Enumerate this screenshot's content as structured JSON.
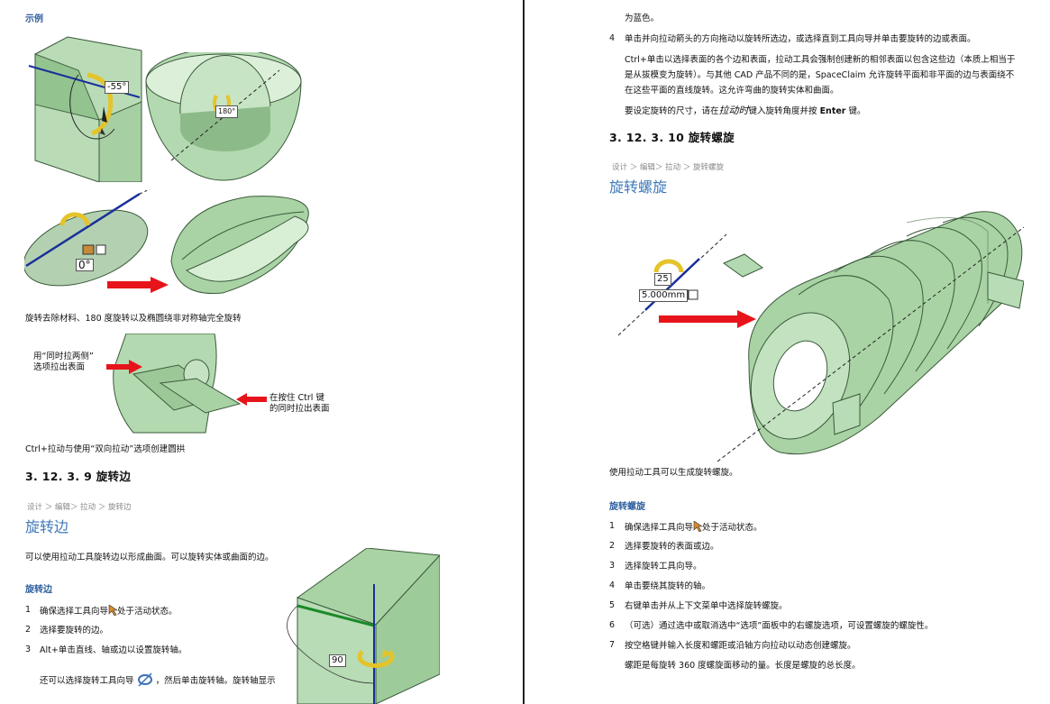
{
  "left": {
    "example_heading": "示例",
    "fig1_angle": "-55°",
    "fig2_angle": "180°",
    "fig3_angle": "0°",
    "caption1": "旋转去除材料、180 度旋转以及椭圆绕非对称轴完全旋转",
    "fig4_label_left": [
      "用“同时拉两侧”",
      "选项拉出表面"
    ],
    "fig4_label_right": [
      "在按住 Ctrl 键",
      "的同时拉出表面"
    ],
    "caption2": "Ctrl+拉动与使用“双向拉动”选项创建圆拱",
    "section_number": "3. 12. 3. 9",
    "section_title": "旋转边",
    "breadcrumb": "设计 ＞ 编辑＞ 拉动 ＞ 旋转边",
    "big_title": "旋转边",
    "intro": "可以使用拉动工具旋转边以形成曲面。可以旋转实体或曲面的边。",
    "sub_heading": "旋转边",
    "steps": [
      {
        "n": "1",
        "text_a": "确保选择工具向导",
        "text_b": "处于活动状态。"
      },
      {
        "n": "2",
        "text": "选择要旋转的边。"
      },
      {
        "n": "3",
        "text": "Alt+单击直线、轴或边以设置旋转轴。"
      }
    ],
    "step3_cont_a": "还可以选择旋转工具向导",
    "step3_cont_b": "，然后单击旋转轴。旋转轴显示",
    "fig5_angle": "90"
  },
  "right": {
    "cont_line": "为蓝色。",
    "step4_n": "4",
    "step4": "单击并向拉动箭头的方向拖动以旋转所选边，或选择直到工具向导并单击要旋转的边或表面。",
    "para1_lines": [
      "Ctrl+单击以选择表面的各个边和表面，拉动工具会强制创建新的相邻表面以包含这些边（本质上相当于",
      "是从拔模变为旋转）。与其他 CAD 产品不同的是，SpaceClaim 允许旋转平面和非平面的边与表面绕不",
      "在这些平面的直线旋转。这允许弯曲的旋转实体和曲面。"
    ],
    "para2_a": "要设定旋转的尺寸，请在",
    "para2_em": "拉动时",
    "para2_b": "键入旋转角度并按",
    "para2_key": "Enter",
    "para2_c": "键。",
    "section_number": "3. 12. 3. 10",
    "section_title": "旋转螺旋",
    "breadcrumb": "设计 ＞ 编辑＞ 拉动 ＞ 旋转螺旋",
    "big_title": "旋转螺旋",
    "fig_dim1": "25",
    "fig_dim2": "5.000mm",
    "caption": "使用拉动工具可以生成旋转螺旋。",
    "sub_heading": "旋转螺旋",
    "steps": [
      {
        "n": "1",
        "text_a": "确保选择工具向导",
        "text_b": "处于活动状态。"
      },
      {
        "n": "2",
        "text": "选择要旋转的表面或边。"
      },
      {
        "n": "3",
        "text": "选择旋转工具向导。"
      },
      {
        "n": "4",
        "text": "单击要绕其旋转的轴。"
      },
      {
        "n": "5",
        "text": "右键单击并从上下文菜单中选择旋转螺旋。"
      },
      {
        "n": "6",
        "text": "（可选）通过选中或取消选中“选项”面板中的右螺旋选项，可设置螺旋的螺旋性。"
      },
      {
        "n": "7",
        "text": "按空格键并输入长度和螺距或沿轴方向拉动以动态创建螺旋。"
      }
    ],
    "last_para": "螺距是每旋转 360 度螺旋面移动的量。长度是螺旋的总长度。"
  },
  "colors": {
    "heading_blue": "#2f5f9e",
    "title_blue": "#3f7ab8",
    "solid_green": "#b7dcb4",
    "arrow_red": "#e8141b",
    "axis_blue": "#1a2f9a"
  }
}
